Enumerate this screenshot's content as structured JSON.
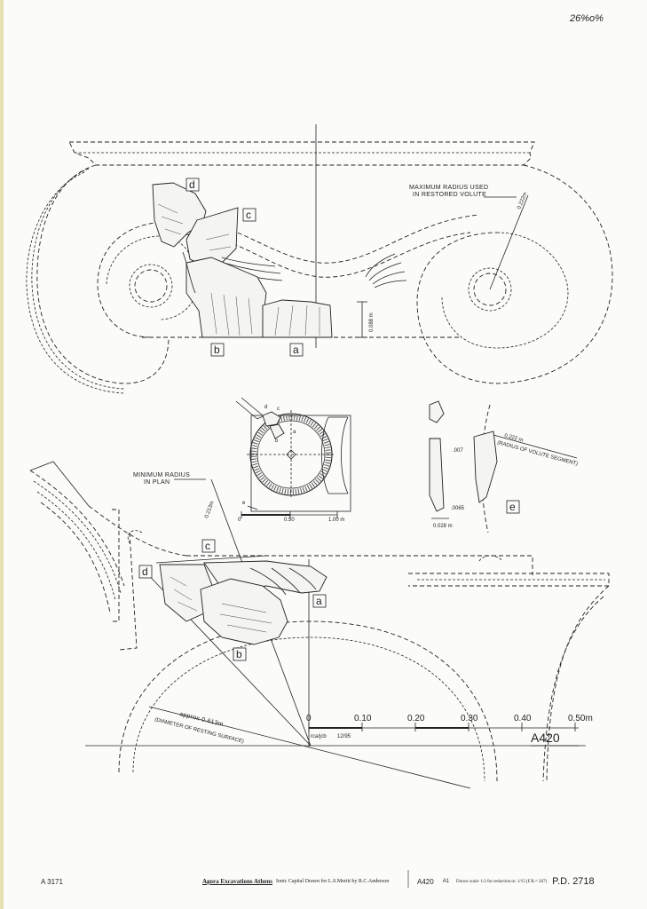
{
  "top_right_note": "26%o%",
  "labels": {
    "a": "a",
    "b": "b",
    "c": "c",
    "d": "d",
    "e": "e"
  },
  "annotations": {
    "max_radius_line1": "MAXIMUM RADIUS USED",
    "max_radius_line2": "IN RESTORED VOLUTE",
    "max_radius_value": "0.222m",
    "height_value": "0.088 m",
    "min_radius_line1": "MINIMUM RADIUS",
    "min_radius_line2": "IN PLAN",
    "min_radius_value": "0.213m",
    "seg_radius_value": "0.222 m",
    "seg_radius_text": "(RADIUS OF VOLUTE SEGMENT)",
    "dim_007": ".007",
    "dim_0065": ".0065",
    "dim_0028": "0.028 m",
    "approx_text": "approx 0.613m",
    "diameter_text": "(DIAMETER OF RESTING SURFACE)",
    "credit": "rca/jcb",
    "credit_date": "12/95"
  },
  "plan_scale": {
    "ticks": [
      "0",
      "0.50",
      "1.00 m"
    ]
  },
  "main_scale": {
    "ticks": [
      "0",
      "0.10",
      "0.20",
      "0.30",
      "0.40",
      "0.50m"
    ]
  },
  "catalog_number": "A420",
  "footer": {
    "left_code": "A 3171",
    "title": "Agora Excavations Athens",
    "subtitle": "Ionic Capital Drawn for L.S.Meritt by R.C.Anderson",
    "code": "A420",
    "sheet": "A1",
    "scale_note": "Drawn scale: 1/2 for reduction to: 1/15 (F.R.= 267)",
    "pd_number": "P.D. 2718"
  }
}
